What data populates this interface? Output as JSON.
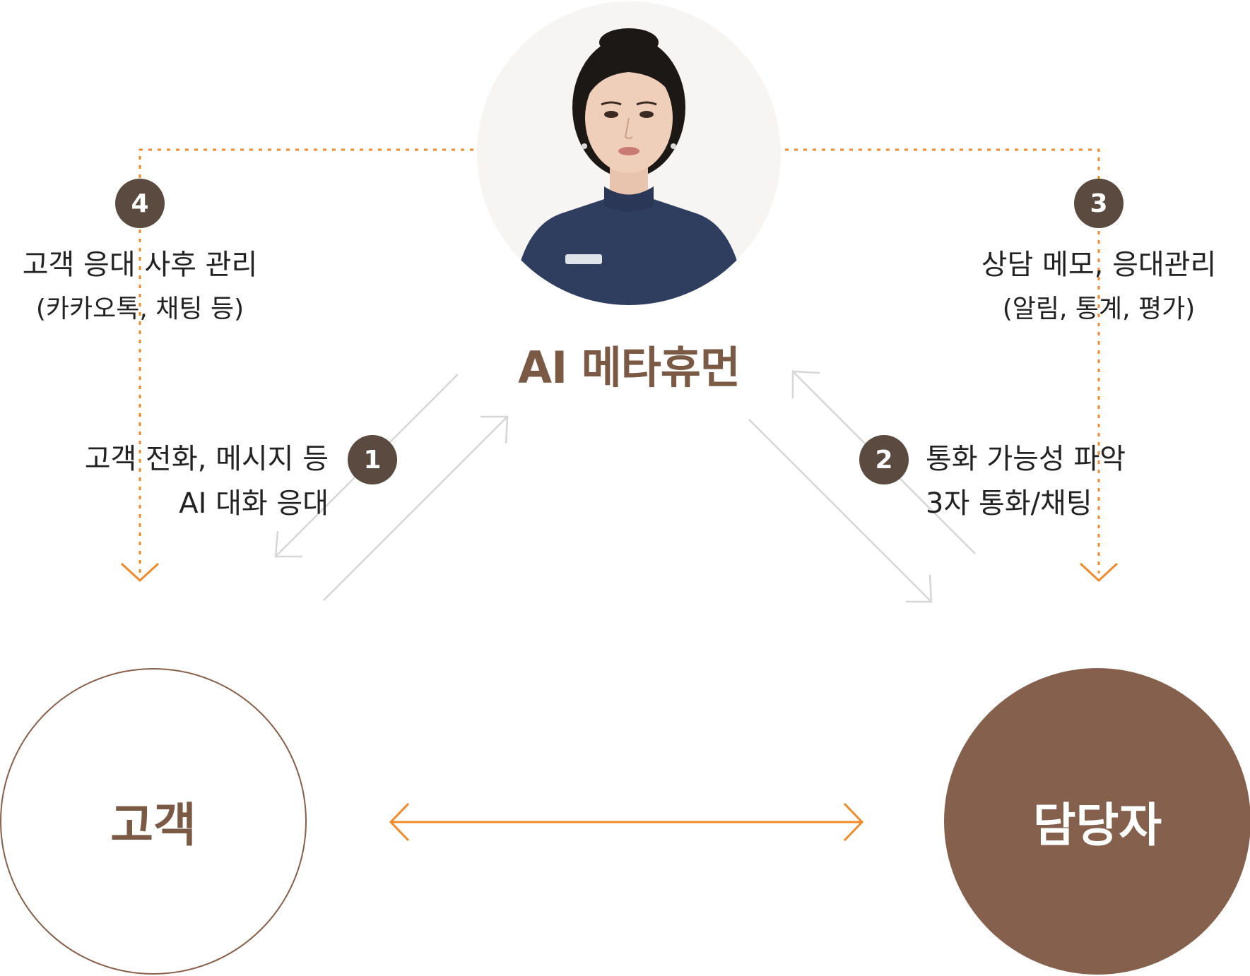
{
  "title": "AI 메타휴먼",
  "nodes": {
    "customer": "고객",
    "agent": "담당자"
  },
  "steps": [
    {
      "num": "1",
      "line1": "고객 전화, 메시지 등",
      "line2": "AI 대화 응대"
    },
    {
      "num": "2",
      "line1": "통화 가능성 파악",
      "line2": "3자 통화/채팅"
    },
    {
      "num": "3",
      "line1": "상담 메모, 응대관리",
      "line2": "(알림, 통계, 평가)"
    },
    {
      "num": "4",
      "line1": "고객 응대 사후 관리",
      "line2": "(카카오톡, 채팅 등)"
    }
  ],
  "colors": {
    "accent_orange": "#f08a2a",
    "brown_dark": "#5b4a3f",
    "brown": "#85614d",
    "grey_arrow": "#d6d6d6",
    "uniform_navy": "#2f3e5f"
  }
}
